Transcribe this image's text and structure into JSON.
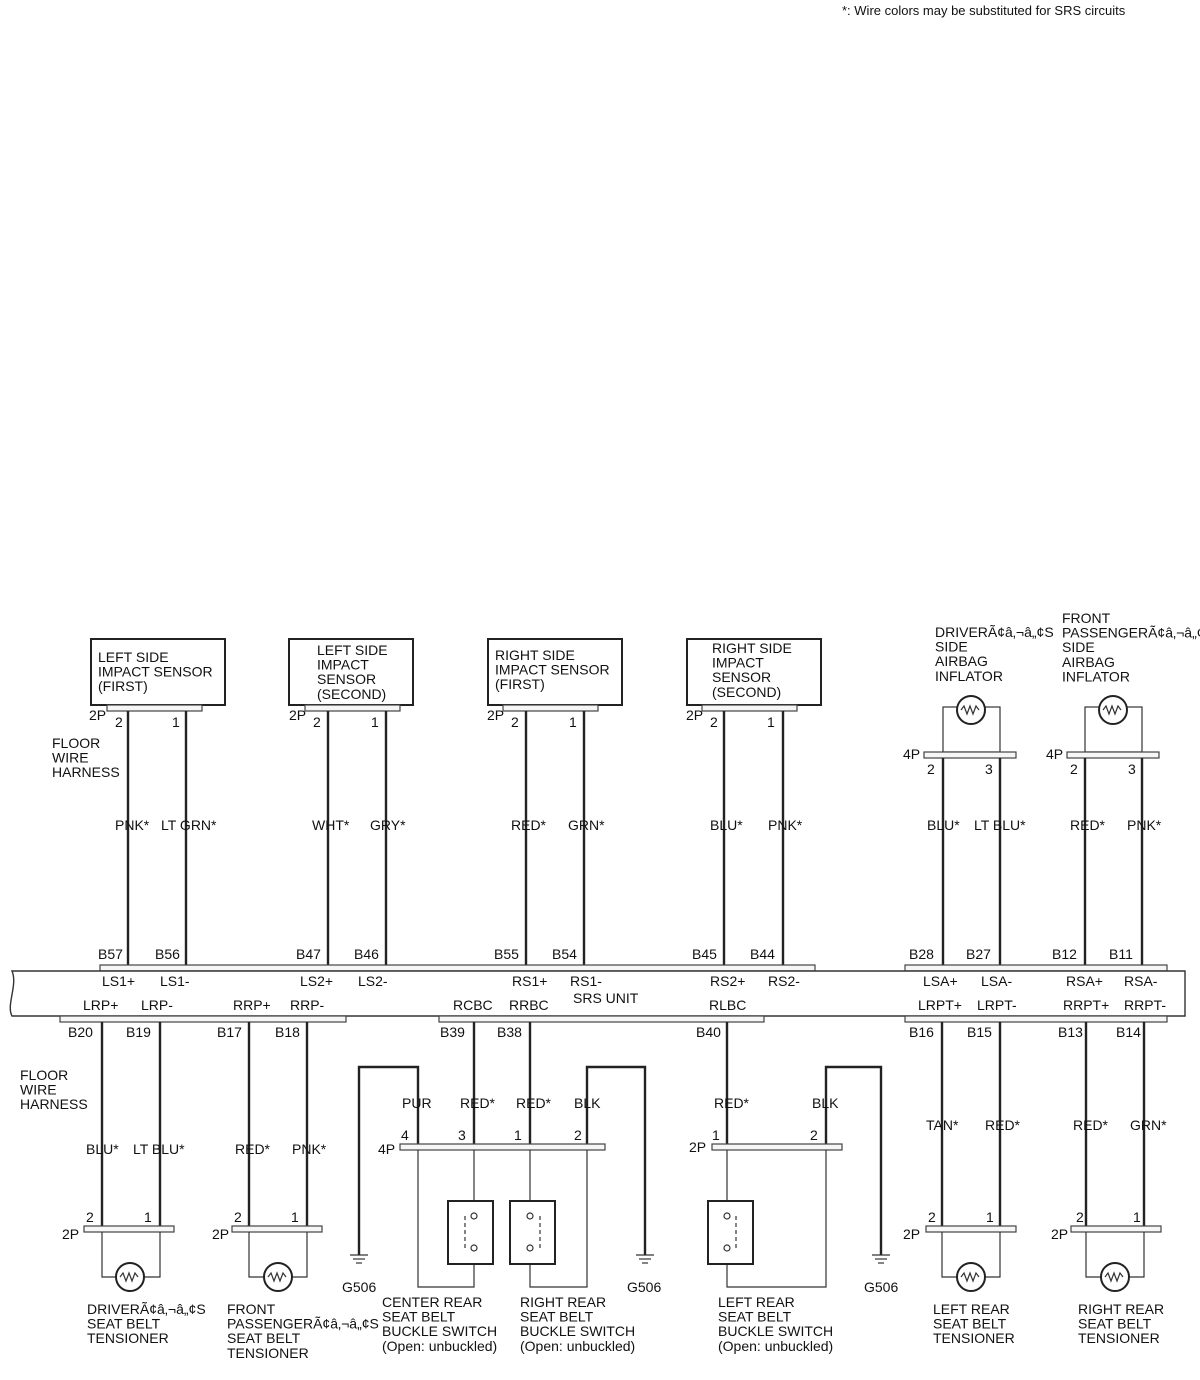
{
  "note": "*:  Wire colors may be substituted for SRS circuits",
  "srs_unit": {
    "label": "SRS UNIT",
    "top_pins": [
      {
        "pin": "B57",
        "signal": "LS1+"
      },
      {
        "pin": "B56",
        "signal": "LS1-"
      },
      {
        "pin": "B47",
        "signal": "LS2+"
      },
      {
        "pin": "B46",
        "signal": "LS2-"
      },
      {
        "pin": "B55",
        "signal": "RS1+"
      },
      {
        "pin": "B54",
        "signal": "RS1-"
      },
      {
        "pin": "B45",
        "signal": "RS2+"
      },
      {
        "pin": "B44",
        "signal": "RS2-"
      },
      {
        "pin": "B28",
        "signal": "LSA+"
      },
      {
        "pin": "B27",
        "signal": "LSA-"
      },
      {
        "pin": "B12",
        "signal": "RSA+"
      },
      {
        "pin": "B11",
        "signal": "RSA-"
      }
    ],
    "bottom_pins": [
      {
        "pin": "B20",
        "signal": "LRP+"
      },
      {
        "pin": "B19",
        "signal": "LRP-"
      },
      {
        "pin": "B17",
        "signal": "RRP+"
      },
      {
        "pin": "B18",
        "signal": "RRP-"
      },
      {
        "pin": "B39",
        "signal": "RCBC"
      },
      {
        "pin": "B38",
        "signal": "RRBC"
      },
      {
        "pin": "B40",
        "signal": "RLBC"
      },
      {
        "pin": "B16",
        "signal": "LRPT+"
      },
      {
        "pin": "B15",
        "signal": "LRPT-"
      },
      {
        "pin": "B13",
        "signal": "RRPT+"
      },
      {
        "pin": "B14",
        "signal": "RRPT-"
      }
    ]
  },
  "harness_top": "FLOOR\nWIRE\nHARNESS",
  "harness_bottom": "FLOOR\nWIRE\nHARNESS",
  "upper_components": [
    {
      "name": "LEFT SIDE\nIMPACT SENSOR\n(FIRST)",
      "connector": "2P",
      "pins": [
        "2",
        "1"
      ],
      "wires": [
        "PNK*",
        "LT GRN*"
      ]
    },
    {
      "name": "LEFT SIDE\nIMPACT\nSENSOR\n(SECOND)",
      "connector": "2P",
      "pins": [
        "2",
        "1"
      ],
      "wires": [
        "WHT*",
        "GRY*"
      ]
    },
    {
      "name": "RIGHT SIDE\nIMPACT SENSOR\n(FIRST)",
      "connector": "2P",
      "pins": [
        "2",
        "1"
      ],
      "wires": [
        "RED*",
        "GRN*"
      ]
    },
    {
      "name": "RIGHT SIDE\nIMPACT\nSENSOR\n(SECOND)",
      "connector": "2P",
      "pins": [
        "2",
        "1"
      ],
      "wires": [
        "BLU*",
        "PNK*"
      ]
    },
    {
      "name": "DRIVERÃ¢â‚¬â„¢S\nSIDE\nAIRBAG\nINFLATOR",
      "connector": "4P",
      "pins": [
        "2",
        "3"
      ],
      "wires": [
        "BLU*",
        "LT BLU*"
      ]
    },
    {
      "name": "FRONT\nPASSENGERÃ¢â‚¬â„¢S\nSIDE\nAIRBAG\nINFLATOR",
      "connector": "4P",
      "pins": [
        "2",
        "3"
      ],
      "wires": [
        "RED*",
        "PNK*"
      ]
    }
  ],
  "lower_components": [
    {
      "name": "DRIVERÃ¢â‚¬â„¢S\nSEAT BELT\nTENSIONER",
      "connector": "2P",
      "pins": [
        "2",
        "1"
      ],
      "wires": [
        "BLU*",
        "LT BLU*"
      ]
    },
    {
      "name": "FRONT\nPASSENGERÃ¢â‚¬â„¢S\nSEAT BELT\nTENSIONER",
      "connector": "2P",
      "pins": [
        "2",
        "1"
      ],
      "wires": [
        "RED*",
        "PNK*"
      ]
    },
    {
      "name": "LEFT REAR\nSEAT BELT\nTENSIONER",
      "connector": "2P",
      "pins": [
        "2",
        "1"
      ],
      "wires": [
        "TAN*",
        "RED*"
      ]
    },
    {
      "name": "RIGHT REAR\nSEAT BELT\nTENSIONER",
      "connector": "2P",
      "pins": [
        "2",
        "1"
      ],
      "wires": [
        "RED*",
        "GRN*"
      ]
    }
  ],
  "rear_buckle_connector": {
    "connector": "4P",
    "pins": [
      "4",
      "3",
      "1",
      "2"
    ],
    "wires": [
      "PUR",
      "RED*",
      "RED*",
      "BLK"
    ]
  },
  "left_buckle_connector": {
    "connector": "2P",
    "pins": [
      "1",
      "2"
    ],
    "wires": [
      "RED*",
      "BLK"
    ]
  },
  "buckle_switches": [
    {
      "name": "CENTER REAR\nSEAT BELT\nBUCKLE SWITCH\n(Open: unbuckled)"
    },
    {
      "name": "RIGHT REAR\nSEAT BELT\nBUCKLE SWITCH\n(Open: unbuckled)"
    },
    {
      "name": "LEFT REAR\nSEAT BELT\nBUCKLE SWITCH\n(Open: unbuckled)"
    }
  ],
  "grounds": [
    "G506",
    "G506",
    "G506"
  ]
}
